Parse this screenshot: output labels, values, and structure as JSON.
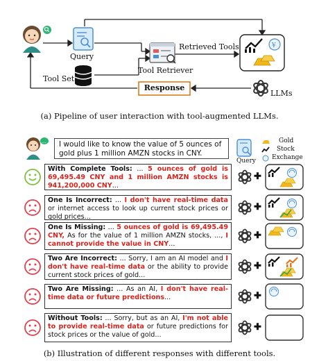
{
  "part_a": {
    "labels": {
      "query": "Query",
      "retrieved_tools": "Retrieved Tools",
      "tool_set": "Tool Set",
      "tool_retriever": "Tool Retriever",
      "response": "Response",
      "llms": "LLMs"
    },
    "caption": "(a) Pipeline of user interaction with tool-augmented LLMs."
  },
  "part_b": {
    "question": "I would like to know the value of 5 ounces of gold plus 1 million AMZN stocks in CNY.",
    "query_label": "Query",
    "legend": {
      "gold": "Gold",
      "stock": "Stock",
      "exchange": "Exchange"
    },
    "rows": [
      {
        "face": "smile",
        "heading": "With Complete Tools:",
        "plain1": " ... ",
        "red": "5 ounces of gold is 69,495.49 CNY and 1 million AMZN stocks is 941,200,000 CNY",
        "plain2": "..."
      },
      {
        "face": "sad",
        "heading": "One Is Incorrect:",
        "plain1": " ... ",
        "red": "I don't have real-time data",
        "plain2": " or internet access to look up current stock prices or gold prices..."
      },
      {
        "face": "sad",
        "heading": "One Is Missing:",
        "plain1": " ... ",
        "red": "5 ounces of gold is 69,495.49 CNY,",
        "plain2": " As for the value of 1 million AMZN stocks, ..., ",
        "red2": "I cannot provide the value in CNY",
        "plain3": "..."
      },
      {
        "face": "sad",
        "heading": "Two Are Incorrect:",
        "plain1": " ... Sorry, I am an AI model and ",
        "red": "I don't have real-time data",
        "plain2": " or the ability to provide current stock prices of gold..."
      },
      {
        "face": "sad",
        "heading": "Two Are Missing:",
        "plain1": " ... As an AI, ",
        "red": "I don't have real-time data or future predictions",
        "plain2": "..."
      },
      {
        "face": "sad",
        "heading": "Without Tools:",
        "plain1": " ... Sorry, but as an AI, ",
        "red": "I'm not able to provide real-time data",
        "plain2": " or future predictions for stock prices or the value of gold..."
      }
    ],
    "plus": "✚",
    "caption": "(b) Illustration of different responses with different tools."
  },
  "colors": {
    "red": "#d9231d",
    "smile": "#7cc242",
    "sad": "#e0404a",
    "gold": "#f1b81b",
    "accent_blue": "#4d8fd6"
  }
}
